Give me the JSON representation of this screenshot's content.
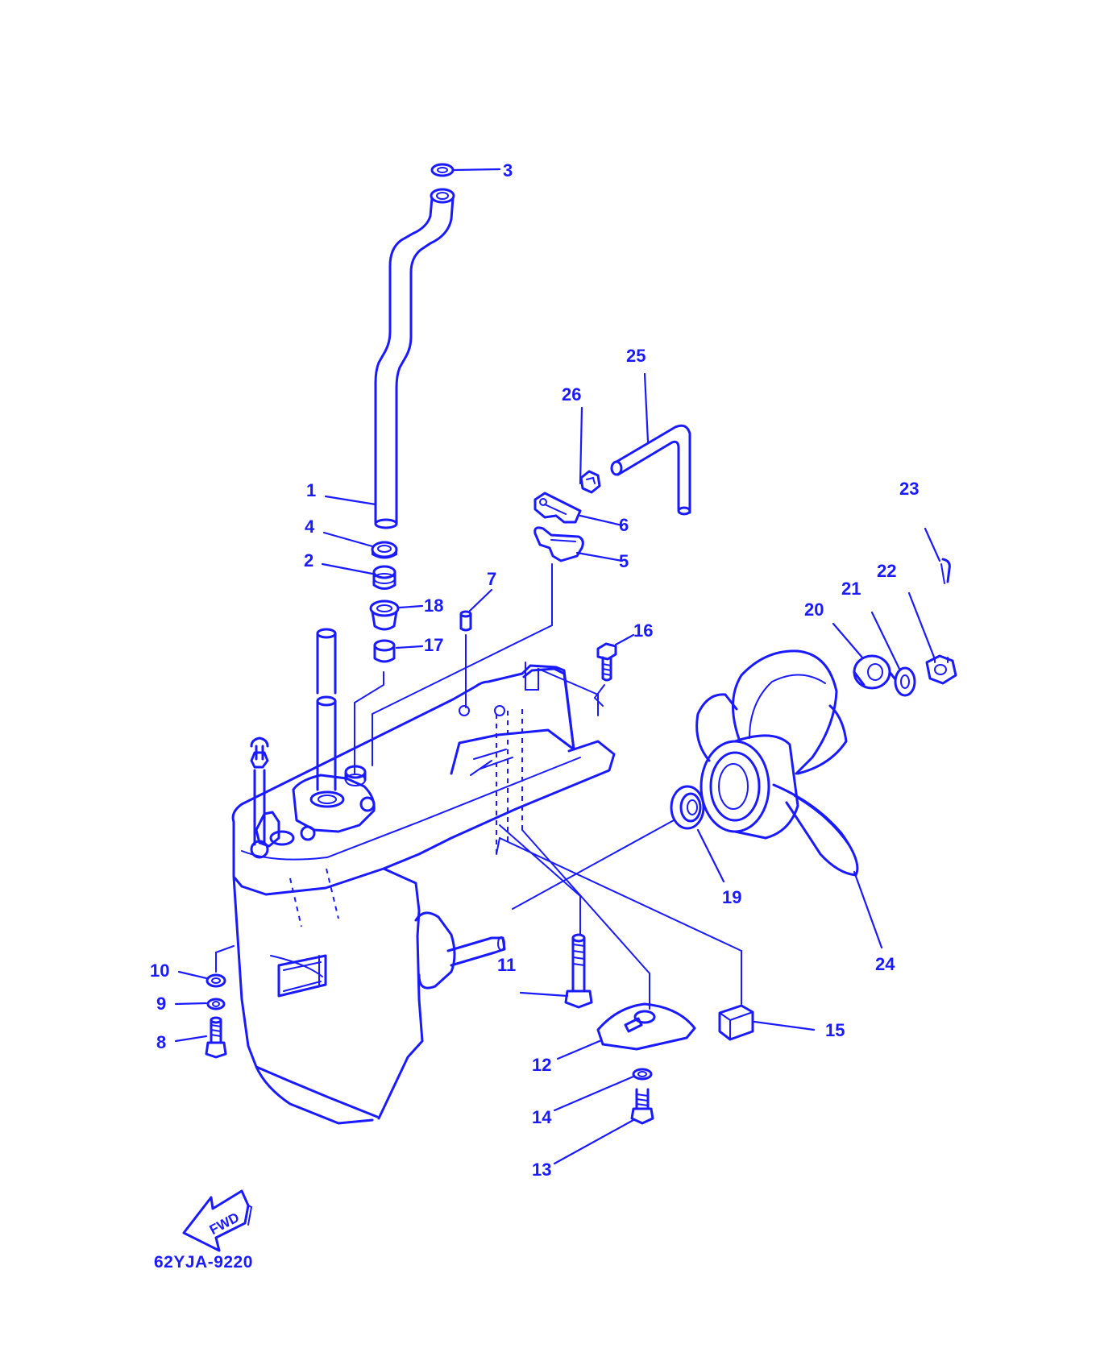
{
  "diagram": {
    "drawing_code": "62YJA-9220",
    "direction_label": "FWD",
    "line_color": "#1a1aff",
    "background": "#ffffff"
  },
  "callouts": {
    "c1": "1",
    "c2": "2",
    "c3": "3",
    "c4": "4",
    "c5": "5",
    "c6": "6",
    "c7": "7",
    "c8": "8",
    "c9": "9",
    "c10": "10",
    "c11": "11",
    "c12": "12",
    "c13": "13",
    "c14": "14",
    "c15": "15",
    "c16": "16",
    "c17": "17",
    "c18": "18",
    "c19": "19",
    "c20": "20",
    "c21": "21",
    "c22": "22",
    "c23": "23",
    "c24": "24",
    "c25": "25",
    "c26": "26"
  }
}
